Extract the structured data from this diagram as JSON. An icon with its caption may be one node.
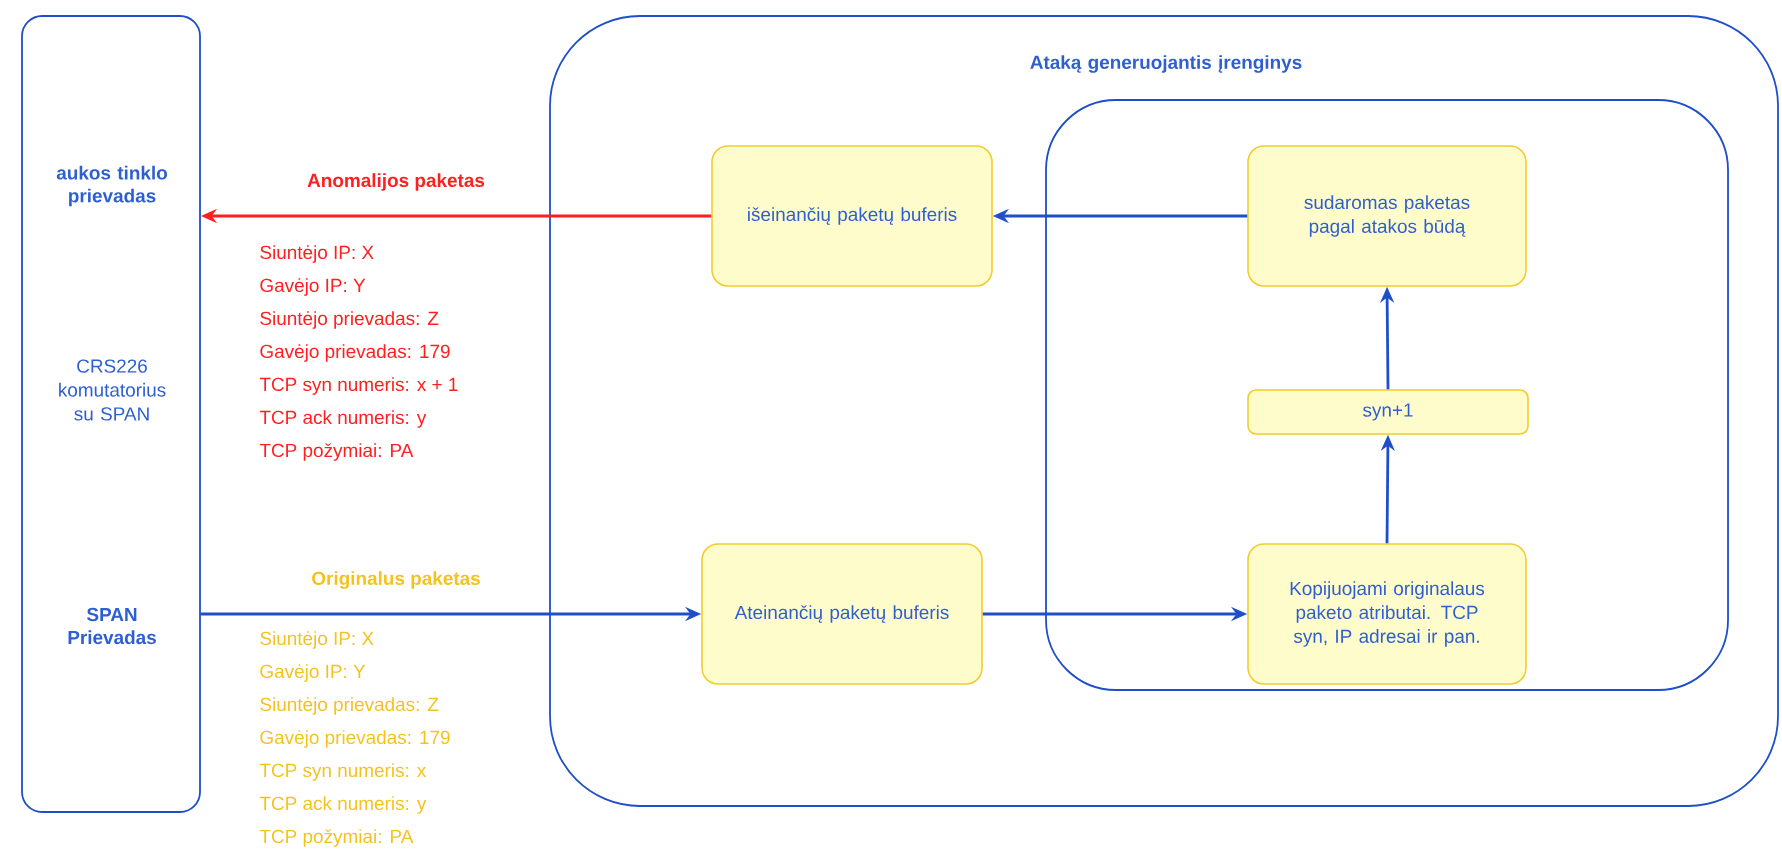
{
  "diagram": {
    "nodes": [
      {
        "text": [
          "aukos tinklo prievadas",
          "CRS226 komutatorius su SPAN",
          "SPAN Prievadas"
        ]
      },
      {
        "text": [
          "Ataką generuojantis įrenginys"
        ]
      },
      {
        "text": [
          "išeinančių paketų buferis"
        ],
        "in": 1
      },
      {
        "text": [
          "Ateinančių paketų buferis"
        ],
        "in": 1
      },
      {
        "text": [],
        "shape": "box",
        "in": 1
      },
      {
        "text": [
          "sudaromas paketas pagal atakos būdą"
        ],
        "in": 4
      },
      {
        "text": [
          "syn+1"
        ],
        "in": 4
      },
      {
        "text": [
          "Kopijuojami originalaus paketo atributai. TCP syn, IP adresai ir pan."
        ],
        "in": 4
      }
    ],
    "edges": [
      {
        "from": 3,
        "to": 7,
        "arrow": "to"
      },
      {
        "from": 7,
        "to": 6,
        "arrow": "to"
      },
      {
        "from": 6,
        "to": 5,
        "arrow": "to"
      },
      {
        "from": 5,
        "to": 2,
        "arrow": "to"
      },
      {
        "from": 2,
        "to": 0,
        "arrow": "to",
        "label": "Anomalijos paketas",
        "color": "#ff1f1f"
      },
      {
        "from": 0,
        "to": 3,
        "arrow": "to",
        "label": "Originalus paketas"
      }
    ],
    "labels": [
      "Siuntėjo IP: X",
      "Gavėjo IP: Y",
      "Siuntėjo prievadas: Z",
      "Gavėjo prievadas: 179",
      "TCP syn numeris: x + 1",
      "TCP ack numeris: y",
      "TCP požymiai: PA",
      "Siuntėjo IP: X",
      "Gavėjo IP: Y",
      "Siuntėjo prievadas: Z",
      "Gavėjo prievadas: 179",
      "TCP syn numeris: x",
      "TCP ack numeris: y",
      "TCP požymiai: PA"
    ]
  }
}
